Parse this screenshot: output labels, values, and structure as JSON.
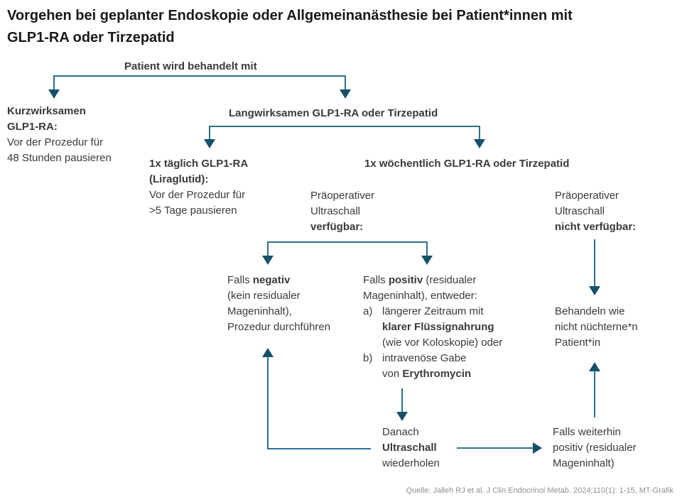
{
  "colors": {
    "background": "#ffffff",
    "arrow_line": "#2e6f8f",
    "arrow_head": "#17506a",
    "text": "#3a3a3a",
    "title": "#191919",
    "source": "#8f8f8f"
  },
  "title": {
    "line1": "Vorgehen bei geplanter Endoskopie oder Allgemeinanästhesie bei Patient*innen mit",
    "line2": "GLP1-RA oder Tirzepatid"
  },
  "root_label": "Patient wird behandelt mit",
  "nodes": {
    "kurzwirksam": {
      "bold1": "Kurzwirksamen",
      "bold2": "GLP1-RA:",
      "line3": "Vor der Prozedur für",
      "line4": "48 Stunden pausieren"
    },
    "langwirksam": {
      "label": "Langwirksamen GLP1-RA oder Tirzepatid"
    },
    "taeglich": {
      "bold1": "1x täglich GLP1-RA",
      "bold2": "(Liraglutid):",
      "line3": "Vor der Prozedur für",
      "line4": ">5 Tage pausieren"
    },
    "woechentlich": {
      "label": "1x wöchentlich GLP1-RA oder Tirzepatid"
    },
    "us_verfuegbar": {
      "line1": "Präoperativer",
      "line2": "Ultraschall",
      "bold3": "verfügbar:"
    },
    "us_nicht_verfuegbar": {
      "line1": "Präoperativer",
      "line2": "Ultraschall",
      "bold3": "nicht verfügbar:"
    },
    "falls_negativ": {
      "l1_pre": "Falls ",
      "l1_bold": "negativ",
      "line2": "(kein residualer",
      "line3": "Mageninhalt),",
      "line4": "Prozedur durchführen"
    },
    "falls_positiv": {
      "l1_pre": "Falls ",
      "l1_bold": "positiv",
      "l1_post": " (residualer",
      "line2": "Mageninhalt), entweder:",
      "item_a_label": "a)",
      "item_a_l1": "längerer Zeitraum mit",
      "item_a_l2_bold": "klarer Flüssignahrung",
      "item_a_l3": "(wie vor Koloskopie) oder",
      "item_b_label": "b)",
      "item_b_l1": "intravenöse Gabe",
      "item_b_l2_pre": "von ",
      "item_b_l2_bold": "Erythromycin"
    },
    "behandeln": {
      "line1": "Behandeln wie",
      "line2": "nicht nüchterne*n",
      "line3": "Patient*in"
    },
    "danach": {
      "line1": "Danach",
      "bold2": "Ultraschall",
      "line3": "wiederholen"
    },
    "falls_weiterhin": {
      "line1": "Falls weiterhin",
      "line2": "positiv (residualer",
      "line3": "Mageninhalt)"
    }
  },
  "source": "Quelle: Jalleh RJ et al. J Clin Endocrinol Metab. 2024;110(1): 1-15, MT-Grafik"
}
